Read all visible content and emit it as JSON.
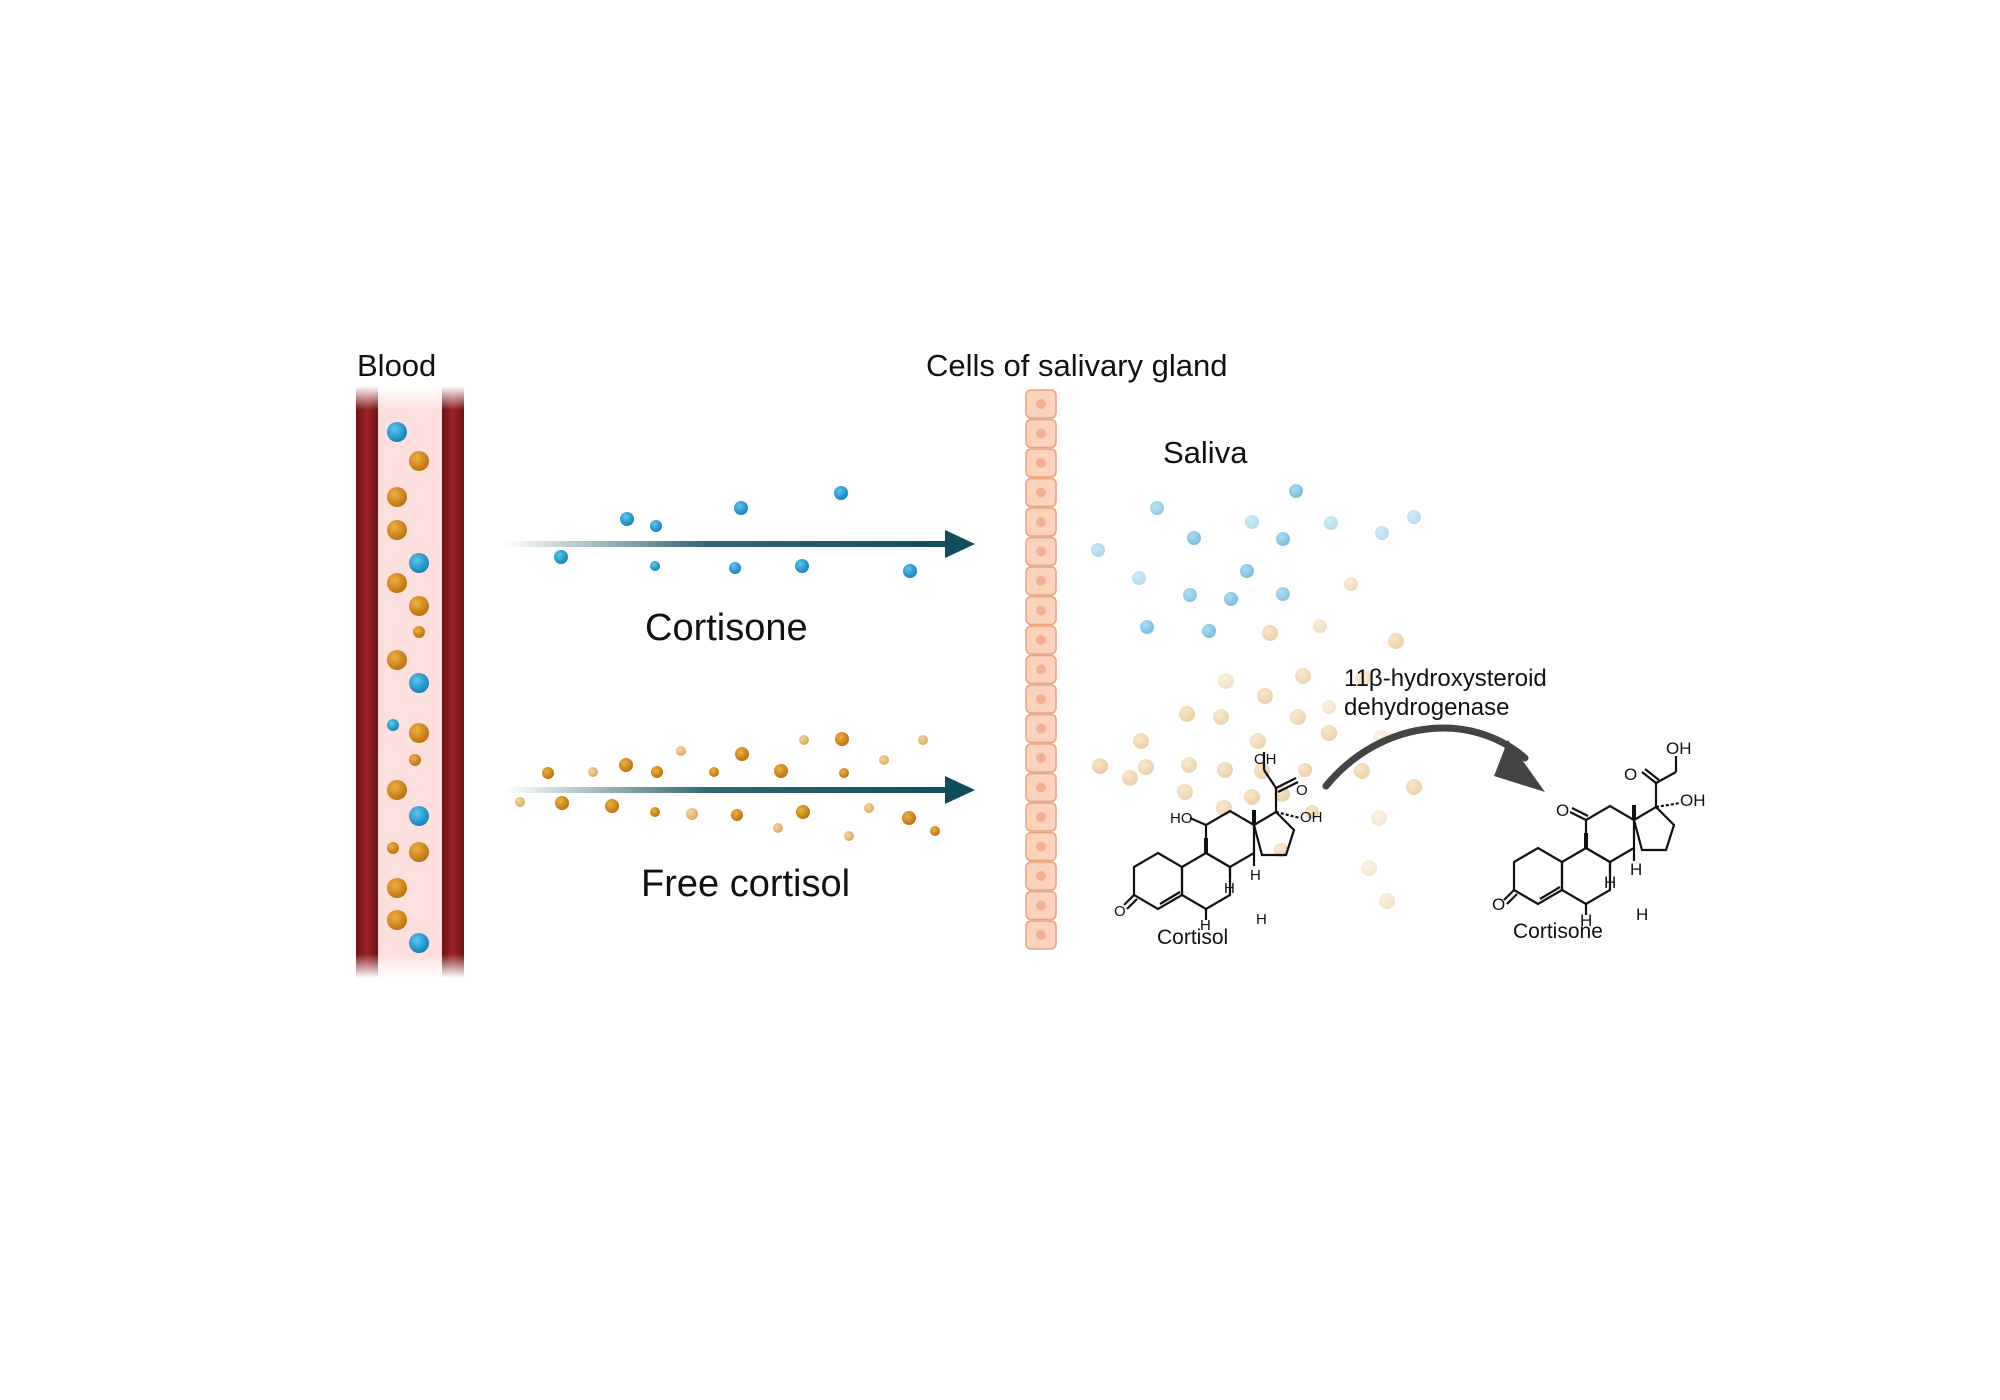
{
  "labels": {
    "blood": "Blood",
    "cells": "Cells of salivary gland",
    "saliva": "Saliva",
    "cortisone_arrow": "Cortisone",
    "free_cortisol_arrow": "Free cortisol",
    "enzyme_line1": "11β-hydroxysteroid",
    "enzyme_line2": "dehydrogenase",
    "cortisol_structure": "Cortisol",
    "cortisone_structure": "Cortisone"
  },
  "atoms": {
    "oh": "OH",
    "ho": "HO",
    "o": "O",
    "h": "H"
  },
  "colors": {
    "vessel_wall": "#8b1c1c",
    "vessel_lumen": "#fde0de",
    "cortisone_molecule": "#1e9fd6",
    "cortisol_molecule": "#d98a14",
    "arrow": "#0f4c5c",
    "cell": "#fbd3bb",
    "conversion_arrow": "#444444"
  }
}
